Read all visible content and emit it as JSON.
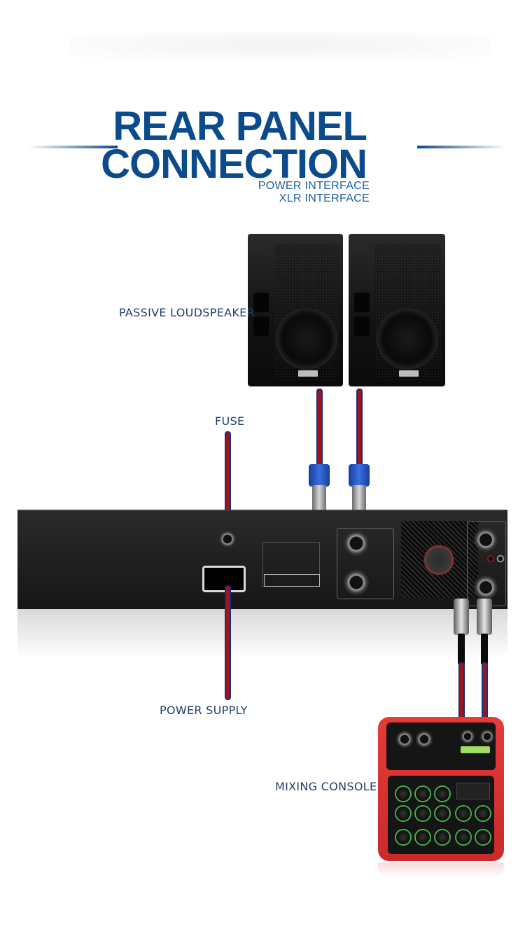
{
  "heading": {
    "title_line1": "REAR PANEL",
    "title_line2": "CONNECTION",
    "subtitle_line1": "POWER INTERFACE",
    "subtitle_line2": "XLR INTERFACE"
  },
  "labels": {
    "passive_loudspeaker": "PASSIVE LOUDSPEAKER",
    "fuse": "FUSE",
    "power_supply": "POWER SUPPLY",
    "mixing_console": "MIXING CONSOLE"
  },
  "colors": {
    "title_blue": "#0b4a8c",
    "label_navy": "#1f3f6b",
    "cable_red": "#9c1622",
    "cable_outline": "#1a2f7a",
    "mixer_red": "#d83030"
  },
  "icons": {
    "speaker": "passive-loudspeaker-icon",
    "amplifier": "power-amplifier-rear-icon",
    "mixer": "mixing-console-icon"
  }
}
